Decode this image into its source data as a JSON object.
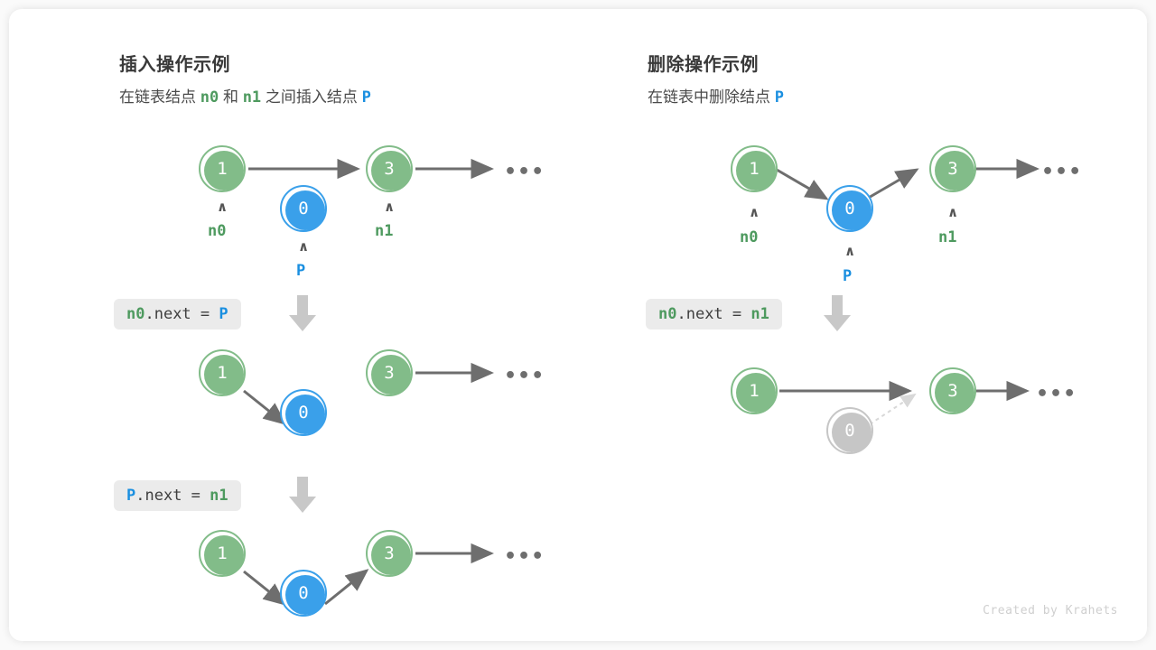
{
  "canvas": {
    "background": "#fafafa",
    "card_background": "#ffffff"
  },
  "colors": {
    "green": "#82bc89",
    "green_text": "#4e9a5f",
    "blue": "#3aa0ea",
    "blue_text": "#1a8fe0",
    "gray_node": "#c6c6c6",
    "edge": "#6e6e6e",
    "chip_bg": "#ebebeb",
    "step_arrow": "#c8c8c8"
  },
  "left_panel": {
    "title": "插入操作示例",
    "subtitle_parts": {
      "p1": "在链表结点",
      "n0": "n0",
      "p2": "和",
      "n1": "n1",
      "p3": "之间插入结点",
      "p_node": "P"
    },
    "steps": [
      {
        "code": {
          "lhs": "n0",
          "mid": ".next = ",
          "rhs": "P",
          "lhs_color": "green",
          "rhs_color": "blue"
        },
        "nodes": [
          {
            "value": "1",
            "type": "green",
            "label": "n0"
          },
          {
            "value": "0",
            "type": "blue",
            "label": "P"
          },
          {
            "value": "3",
            "type": "green",
            "label": "n1"
          }
        ],
        "tail": "•••"
      },
      {
        "code": {
          "lhs": "P",
          "mid": ".next = ",
          "rhs": "n1",
          "lhs_color": "blue",
          "rhs_color": "green"
        },
        "nodes": [
          {
            "value": "1",
            "type": "green",
            "label": ""
          },
          {
            "value": "0",
            "type": "blue",
            "label": ""
          },
          {
            "value": "3",
            "type": "green",
            "label": ""
          }
        ],
        "tail": "•••"
      },
      {
        "code": null,
        "nodes": [
          {
            "value": "1",
            "type": "green",
            "label": ""
          },
          {
            "value": "0",
            "type": "blue",
            "label": ""
          },
          {
            "value": "3",
            "type": "green",
            "label": ""
          }
        ],
        "tail": "•••"
      }
    ]
  },
  "right_panel": {
    "title": "删除操作示例",
    "subtitle_parts": {
      "p1": "在链表中删除结点",
      "p_node": "P"
    },
    "steps": [
      {
        "code": {
          "lhs": "n0",
          "mid": ".next = ",
          "rhs": "n1",
          "lhs_color": "green",
          "rhs_color": "green"
        },
        "nodes": [
          {
            "value": "1",
            "type": "green",
            "label": "n0"
          },
          {
            "value": "0",
            "type": "blue",
            "label": "P"
          },
          {
            "value": "3",
            "type": "green",
            "label": "n1"
          }
        ],
        "tail": "•••"
      },
      {
        "code": null,
        "nodes": [
          {
            "value": "1",
            "type": "green",
            "label": ""
          },
          {
            "value": "0",
            "type": "gray",
            "label": ""
          },
          {
            "value": "3",
            "type": "green",
            "label": ""
          }
        ],
        "tail": "•••"
      }
    ]
  },
  "footer": {
    "credit": "Created by Krahets"
  }
}
